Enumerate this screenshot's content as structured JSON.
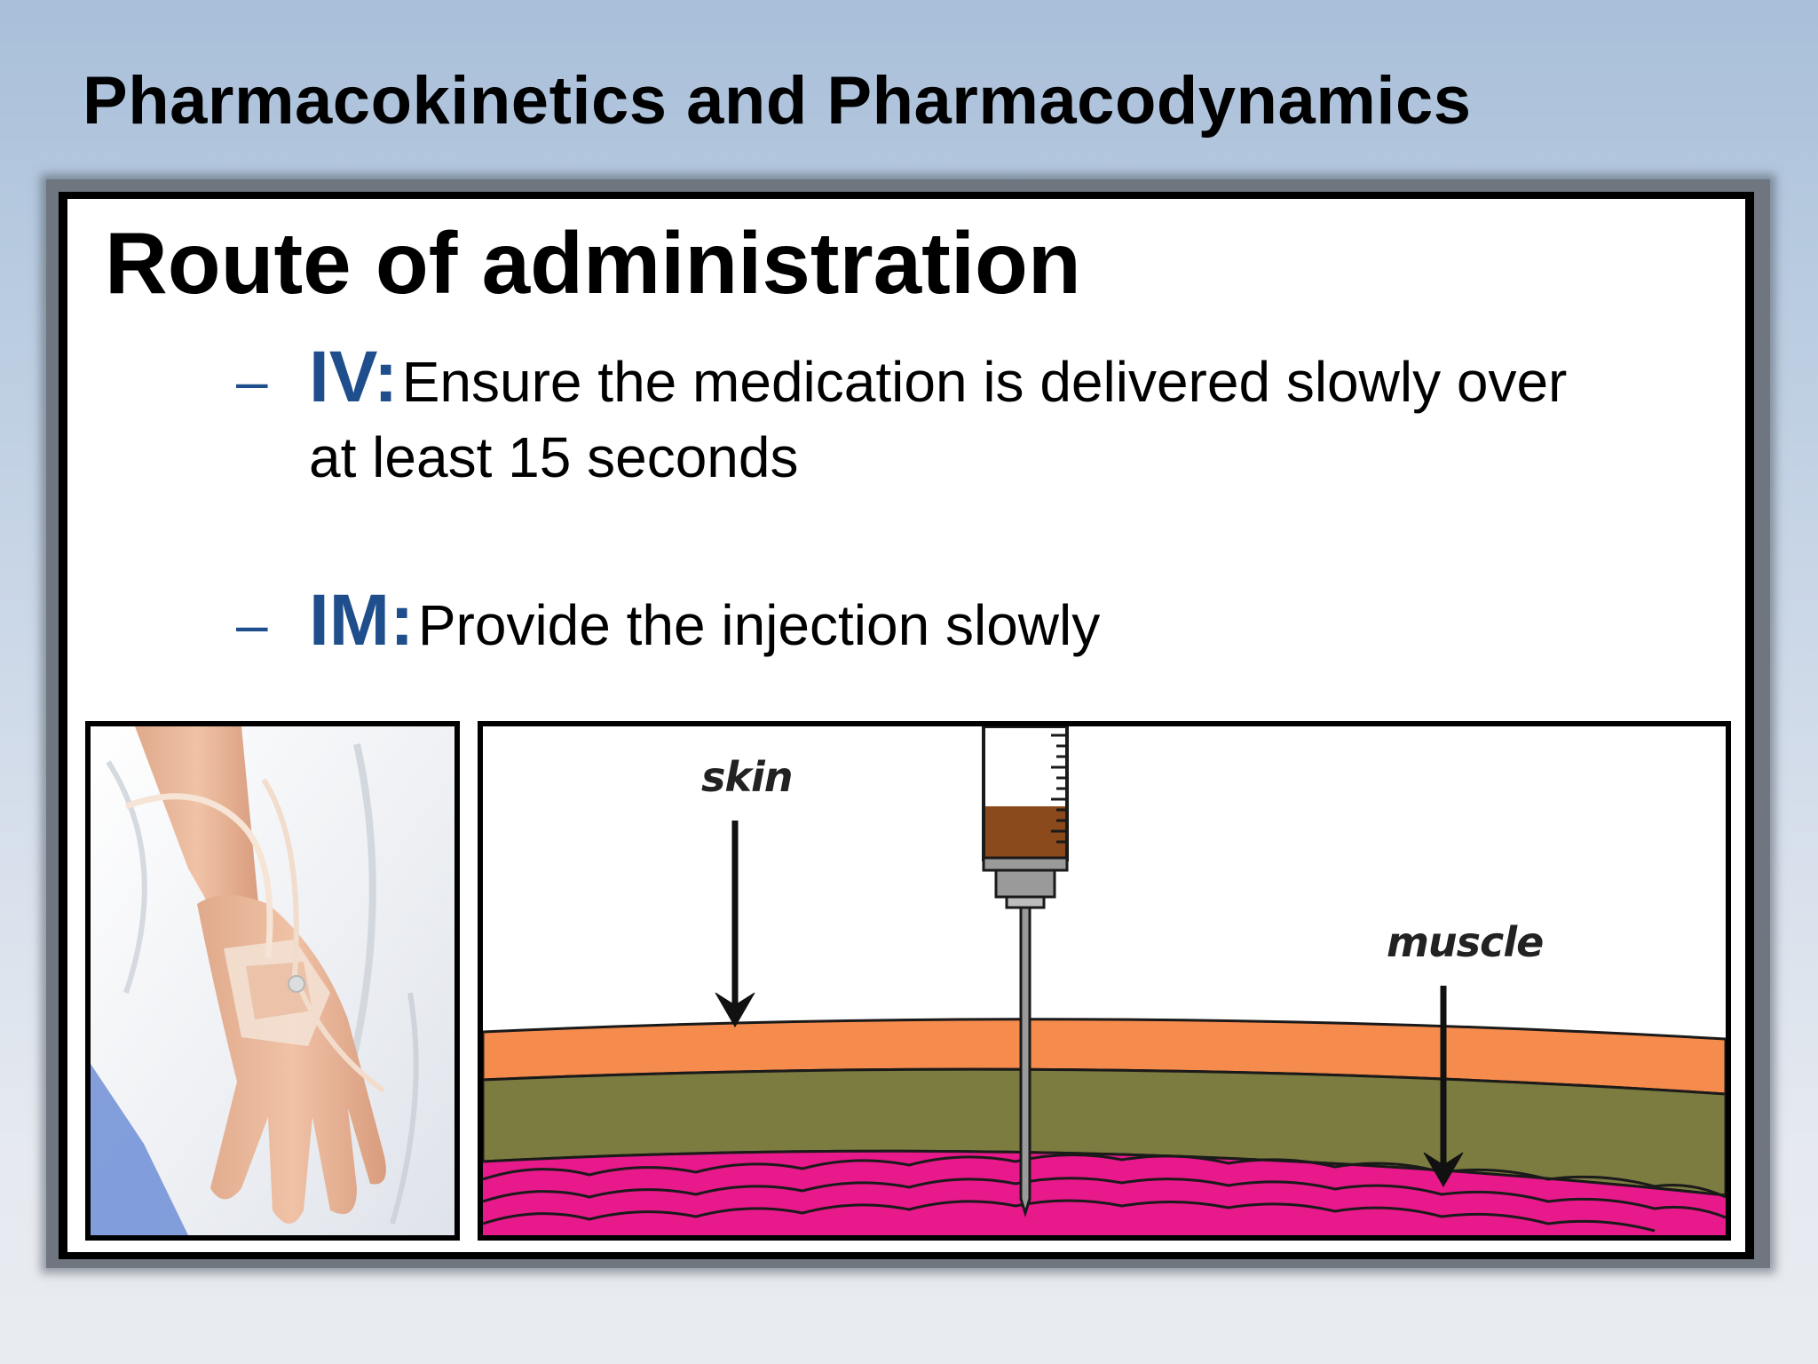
{
  "slide": {
    "title": "Pharmacokinetics and Pharmacodynamics",
    "heading": "Route of administration"
  },
  "bullets": [
    {
      "marker": "–",
      "key": "IV:",
      "text_line1": "Ensure the medication is delivered slowly over",
      "text_line2": "at least 15 seconds"
    },
    {
      "marker": "–",
      "key": "IM:",
      "text_line1": "Provide the injection slowly"
    }
  ],
  "diagram": {
    "label_skin": "skin",
    "label_muscle": "muscle",
    "colors": {
      "skin": "#f58b4c",
      "fat": "#7c7b40",
      "muscle": "#e8198b",
      "medication": "#8a4a1c"
    }
  },
  "colors": {
    "accent": "#1f4e8c"
  }
}
